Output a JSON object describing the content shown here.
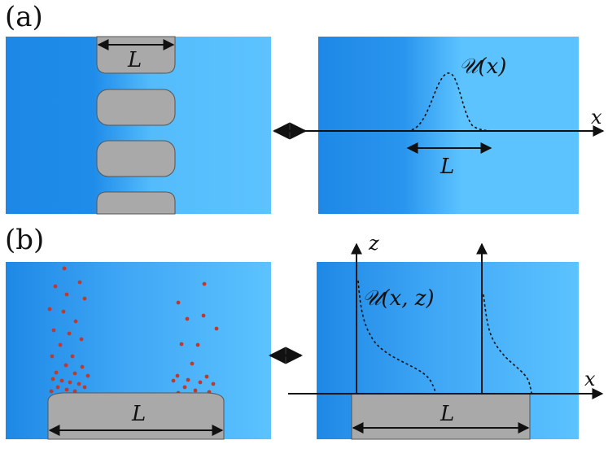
{
  "panels": {
    "a": {
      "tag": "(a)",
      "left_length_label": "L",
      "right_profile_label": "𝒰(x)",
      "right_length_label": "L",
      "right_axis_x": "x"
    },
    "b": {
      "tag": "(b)",
      "left_length_label": "L",
      "right_profile_label": "𝒰(x, z)",
      "right_length_label": "L",
      "right_axis_x": "x",
      "right_axis_z": "z"
    }
  },
  "colors": {
    "water_dark": "#1e88e6",
    "water_light": "#5cc3ff",
    "solid_fill": "#a9a9a9",
    "solid_stroke": "#555555",
    "particle": "#c0392b",
    "ink": "#111111"
  }
}
